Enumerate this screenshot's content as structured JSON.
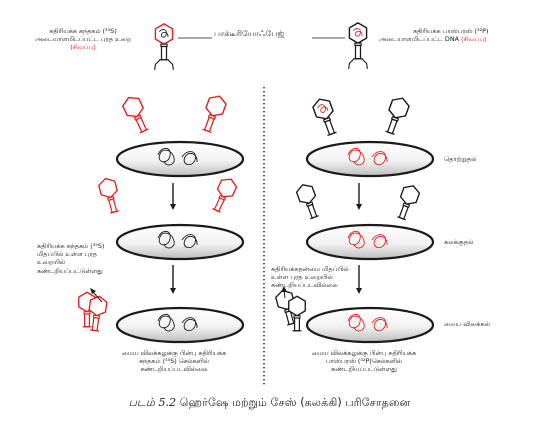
{
  "header": {
    "phage_label": "பாக்டீரியோஃபேஜ்",
    "left_label": {
      "line1": "கதிரியக்க கந்தகம் (³⁵S)",
      "line2": "அடையாளமிடப்பட்ட புரத உறை",
      "line3": "(சிவப்பு)"
    },
    "right_label": {
      "line1": "கதிரியக்க பாஸ்பரஸ் (³²P)",
      "line2": "அடையாளமிடப்பட்ட DNA",
      "line2_red": "(சிவப்பு)"
    }
  },
  "stages": [
    "தொற்றுதல்",
    "கலக்குதல்",
    "மைய விலக்கல்"
  ],
  "left_side_note": {
    "line1": "கதிரியக்க கந்தகம் (³⁵S)",
    "line2": "மிதப்பில் உள்ள புரத",
    "line3": "உறையில்",
    "line4": "கண்டறியப்பட்டுள்ளது"
  },
  "right_side_note": {
    "line1": "கதிரியக்கதன்மை மிதப்பில்",
    "line2": "உள்ள புரத உறையில்",
    "line3": "கண்டறியப்படவில்லை"
  },
  "left_result": {
    "line1": "மைய விலக்கலுக்கு பின்பு கதிரியக்க",
    "line2": "கந்தகம் (³⁵S) செல்களில்",
    "line3": "கண்டறியப்படவில்லை"
  },
  "right_result": {
    "line1": "மைய விலக்கலுக்கு பின்பு கதிரியக்க",
    "line2": "பாஸ்பரஸ் (³²P)செல்களில்",
    "line3": "கண்டறியப்பட்டுள்ளது"
  },
  "caption": {
    "number": "படம் 5.2",
    "text": "ஹெர்ஷே மற்றும் சேஸ் (கலக்கி) பரிசோதனை"
  },
  "colors": {
    "red": "#e0201e",
    "black": "#1a1a1a",
    "cell_fill": "#eeeeee"
  }
}
